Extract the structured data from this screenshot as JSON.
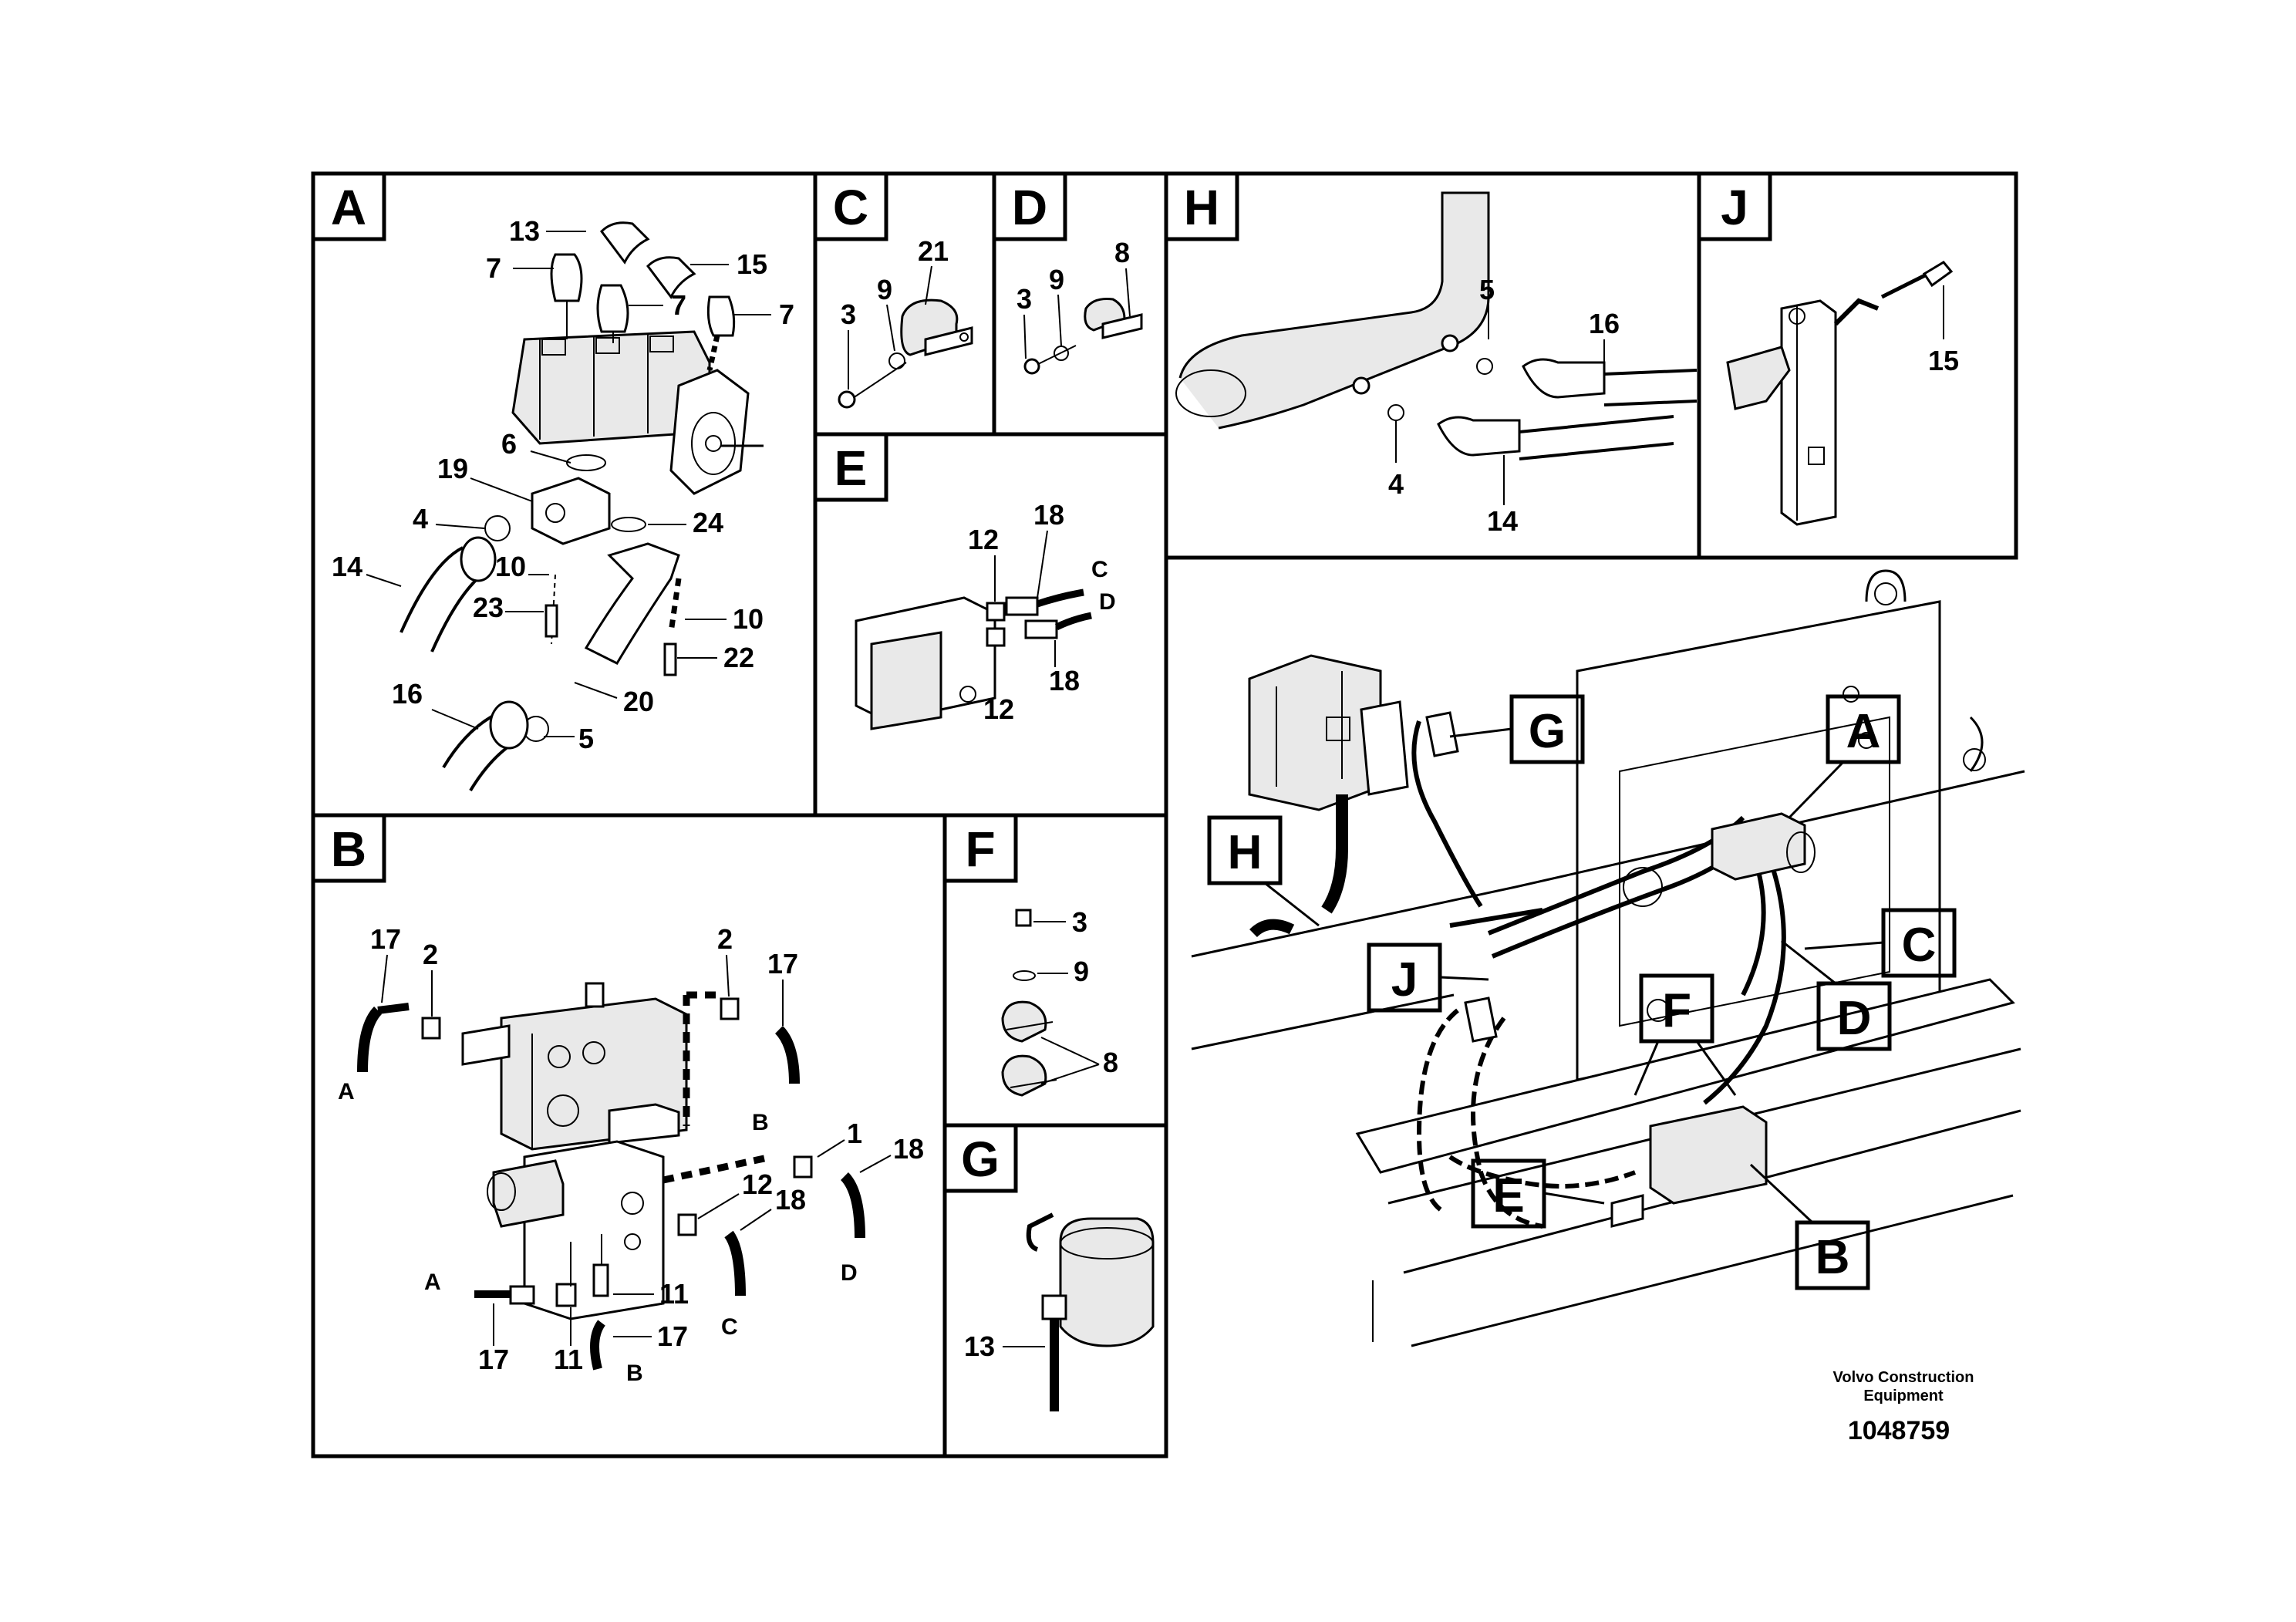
{
  "panels": {
    "A": {
      "letter": "A",
      "callouts": [
        "13",
        "7",
        "15",
        "7",
        "7",
        "6",
        "19",
        "4",
        "24",
        "14",
        "10",
        "23",
        "10",
        "22",
        "16",
        "20",
        "5"
      ]
    },
    "B": {
      "letter": "B",
      "callouts": [
        "17",
        "2",
        "2",
        "17",
        "A",
        "B",
        "1",
        "18",
        "12",
        "18",
        "11",
        "17",
        "11",
        "17",
        "A",
        "B",
        "C",
        "D"
      ]
    },
    "C": {
      "letter": "C",
      "callouts": [
        "21",
        "3",
        "9"
      ]
    },
    "D": {
      "letter": "D",
      "callouts": [
        "8",
        "3",
        "9"
      ]
    },
    "E": {
      "letter": "E",
      "callouts": [
        "12",
        "18",
        "C",
        "D",
        "12",
        "18"
      ]
    },
    "F": {
      "letter": "F",
      "callouts": [
        "3",
        "9",
        "8"
      ]
    },
    "G": {
      "letter": "G",
      "callouts": [
        "13"
      ]
    },
    "H": {
      "letter": "H",
      "callouts": [
        "5",
        "16",
        "4",
        "14"
      ]
    },
    "J": {
      "letter": "J",
      "callouts": [
        "15"
      ]
    }
  },
  "overview": {
    "labels": [
      "G",
      "A",
      "H",
      "C",
      "J",
      "F",
      "D",
      "E",
      "B"
    ]
  },
  "credit": {
    "line1": "Volvo Construction",
    "line2": "Equipment"
  },
  "part_number": "1048759"
}
